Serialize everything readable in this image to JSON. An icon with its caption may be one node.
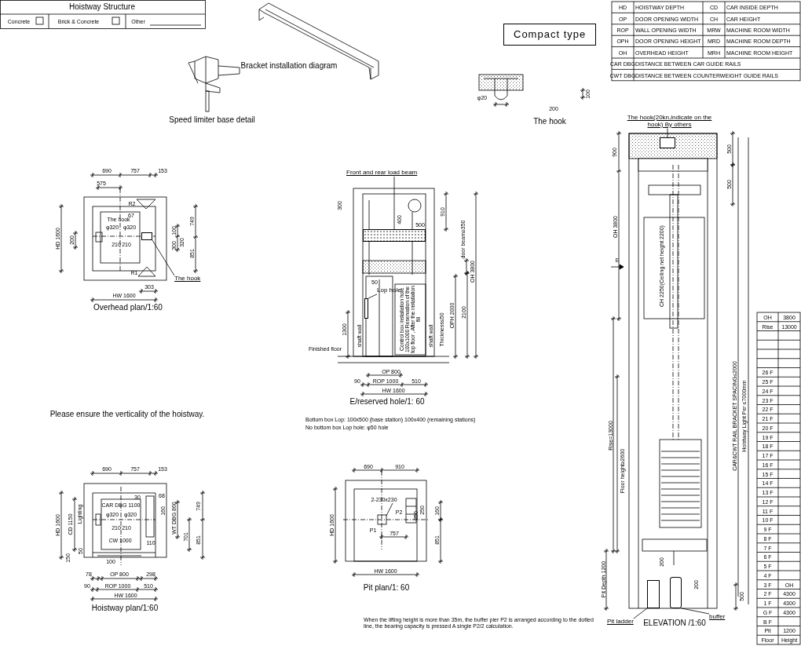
{
  "diagram": {
    "nodes": [
      {
        "text": [
          "Compact type"
        ]
      },
      {
        "text": [
          "The hook"
        ]
      },
      {
        "text": [
          "Front and rear load beam"
        ]
      },
      {
        "text": [
          "Lop hole"
        ]
      },
      {
        "text": [
          "The hook(20kn,indicate on the hook) By others"
        ]
      },
      {
        "text": [
          "Pit ladder"
        ]
      },
      {
        "text": [
          "buffer"
        ]
      },
      {
        "text": [],
        "shape": "box"
      },
      {
        "text": [],
        "shape": "bar"
      },
      {
        "text": [],
        "shape": "box"
      },
      {
        "text": [],
        "shape": "box"
      },
      {
        "text": [],
        "shape": "box"
      },
      {
        "text": [],
        "shape": "cylinder"
      }
    ],
    "edges": [
      {
        "from": 1,
        "to": 7,
        "arrow": "none"
      },
      {
        "from": 2,
        "to": 8,
        "arrow": "none"
      },
      {
        "from": 3,
        "to": 9,
        "arrow": "none"
      },
      {
        "from": 4,
        "to": 10,
        "arrow": "none"
      },
      {
        "from": 5,
        "to": 11,
        "arrow": "none"
      },
      {
        "from": 6,
        "to": 12,
        "arrow": "none"
      }
    ],
    "labels": [
      "Hoistway Structure",
      "Concrete",
      "Brick & Concrete",
      "Other",
      "Bracket installation diagram",
      "Speed limiter base detail",
      "HD",
      "HOISTWAY DEPTH",
      "CD",
      "CAR INSIDE DEPTH",
      "OP",
      "DOOR OPENING WIDTH",
      "CH",
      "CAR HEIGHT",
      "ROP",
      "WALL OPENING WIDTH",
      "MRW",
      "MACHINE ROOM WIDTH",
      "OPH",
      "DOOR OPENING HEIGHT",
      "MRD",
      "MACHINE ROOM DEPTH",
      "OH",
      "OVERHEAD HEIGHT",
      "MRH",
      "MACHINE ROOM HEIGHT",
      "CAR DBG",
      "DISTANCE BETWEEN CAR GUIDE RAILS",
      "CWT DBG",
      "DISTANCE BETWEEN COUNTERWEIGHT GUIDE RAILS",
      "φ20",
      "100",
      "200",
      "The hook",
      "690",
      "757",
      "153",
      "575",
      "R2",
      "The hook",
      "67",
      "φ320",
      "φ320",
      "HD 1600",
      "200",
      "100",
      "320",
      "749",
      "210",
      "210",
      "300",
      "851",
      "R1",
      "303",
      "HW 1600",
      "Overhead plan/1:60",
      "Please ensure the verticality of the hoistway.",
      "690",
      "757",
      "153",
      "Lighting",
      "30",
      "68",
      "CAR DBG 1100",
      "749",
      "160",
      "WT DBG 860",
      "HD 1600",
      "CD 1150",
      "φ320",
      "φ320",
      "210",
      "210",
      "110",
      "CW 1000",
      "701",
      "851",
      "50",
      "150",
      "100",
      "78",
      "OP 800",
      "298",
      "90",
      "ROP 1000",
      "510",
      "HW 1600",
      "Hoistway plan/1:60",
      "300",
      "910",
      "400",
      "500",
      "door beam≥350",
      "OH 3800",
      "50",
      "1300",
      "shaft wall",
      "Control box installation hole 100x1000 Reservation of the top floor , After the installation fill",
      "shaft wall",
      "Thickness≤50",
      "OPH 2000",
      "2100",
      "Finished floor",
      "OP 800",
      "90",
      "ROP 1000",
      "510",
      "HW 1600",
      "E/reserved hole/1: 60",
      "Bottom box Lop: 100x500 (base station) 100x400 (remaining stations)",
      "No bottom box Lop hole: φ50 hole",
      "690",
      "910",
      "2-230x230",
      "P2",
      "250",
      "250",
      "160",
      "HD 1600",
      "P1",
      "757",
      "851",
      "HW 1600",
      "Pit plan/1: 60",
      "When the lifting height is more than 35m, the buffer pier P2 is arranged according to the dotted line, the bearing capacity is pressed A single P2/2 calculation.",
      "900",
      "500",
      "500",
      "OH 3800",
      "E",
      "CH 2250(Ceiling net height 2200)",
      "CAR&CWT RAIL BRACKET SPACING≤2000",
      "Hoistway Light Per ≤7000mm",
      "Rise=13000",
      "Floor height≥2600",
      "200",
      "Pit Depth 1200",
      "200",
      "500",
      "ELEVATION /1:60",
      "OH",
      "3800",
      "Rise",
      "13000",
      "26 F",
      "25 F",
      "24 F",
      "23 F",
      "22 F",
      "21 F",
      "20 F",
      "19 F",
      "18 F",
      "17 F",
      "16 F",
      "15 F",
      "14 F",
      "13 F",
      "12 F",
      "11 F",
      "10 F",
      "9 F",
      "8 F",
      "7 F",
      "6 F",
      "5 F",
      "4 F",
      "3 F",
      "OH",
      "2 F",
      "4300",
      "1 F",
      "4300",
      "G F",
      "4300",
      "B F",
      "Pit",
      "1200",
      "Floor",
      "Height"
    ]
  }
}
